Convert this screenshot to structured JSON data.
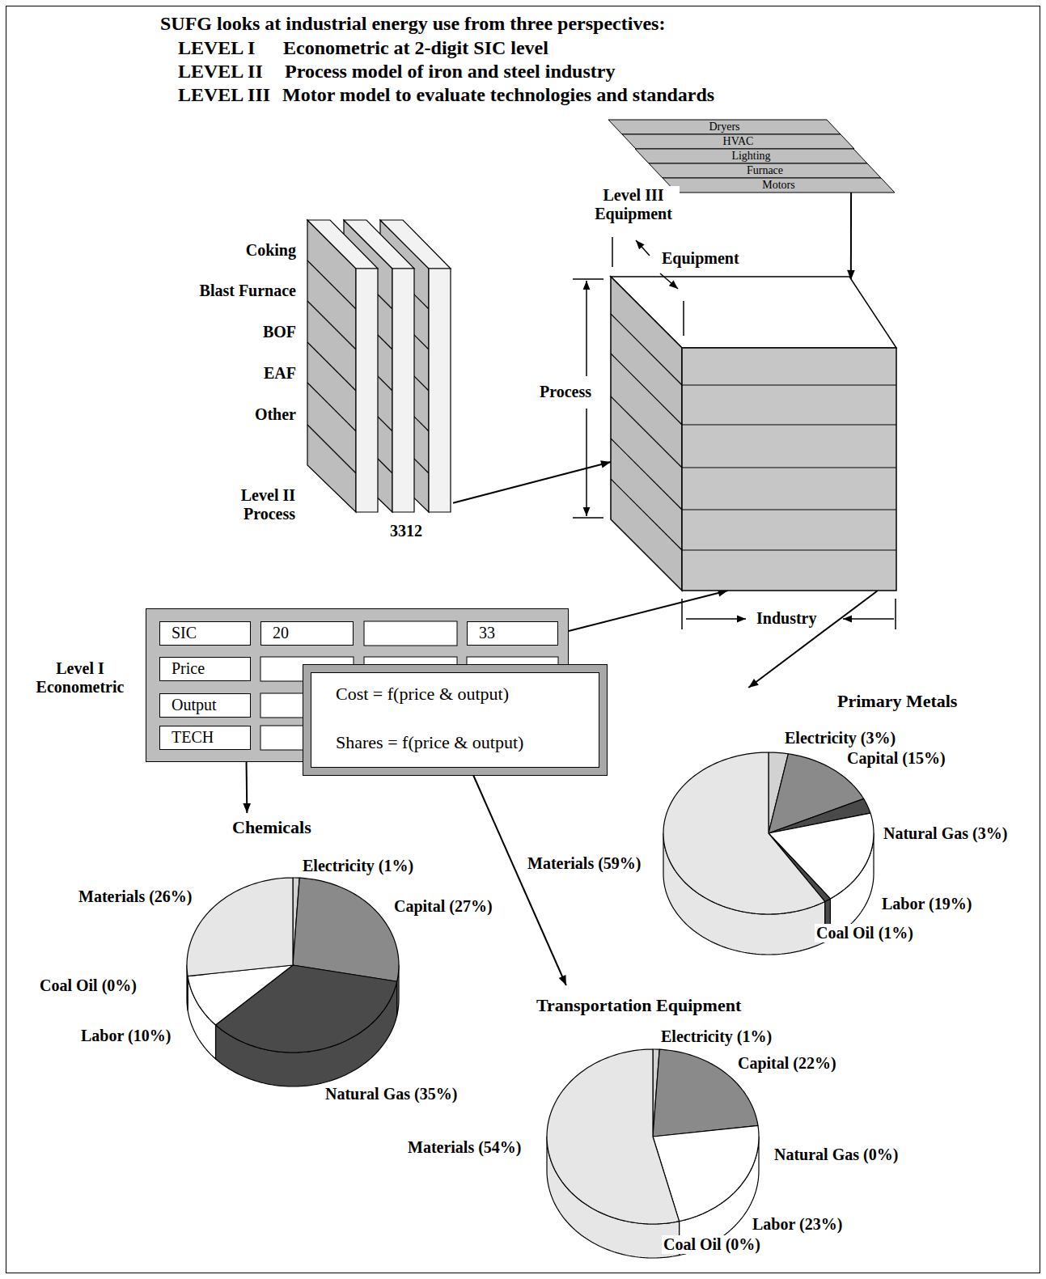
{
  "diagram": {
    "title": "SUFG looks at industrial energy use from three perspectives:",
    "nodes": [
      {
        "text": [
          "Dryers"
        ]
      },
      {
        "text": [
          "HVAC"
        ]
      },
      {
        "text": [
          "Lighting"
        ]
      },
      {
        "text": [
          "Furnace"
        ]
      },
      {
        "text": [
          "Motors"
        ]
      },
      {
        "text": [
          "Coking",
          "Blast Furnace",
          "BOF",
          "EAF",
          "Other",
          "Level II Process",
          "3312"
        ]
      },
      {
        "text": [
          "Process",
          "Equipment",
          "Industry"
        ]
      },
      {
        "text": [
          "Level I Econometric"
        ]
      },
      {
        "text": [
          "SIC"
        ],
        "in": 7
      },
      {
        "text": [
          "20"
        ],
        "in": 7
      },
      {
        "text": [
          "33"
        ],
        "in": 7
      },
      {
        "text": [
          "Price"
        ],
        "in": 7
      },
      {
        "text": [
          "Output"
        ],
        "in": 7
      },
      {
        "text": [
          "TECH"
        ],
        "in": 7
      },
      {
        "text": [
          "Cost = f(price & output)",
          "Shares = f(price & output)"
        ]
      },
      {
        "text": [
          "Primary Metals"
        ]
      },
      {
        "text": [
          "Chemicals"
        ]
      },
      {
        "text": [
          "Transportation Equipment"
        ]
      }
    ],
    "edges": [
      {
        "from": 4,
        "to": 6,
        "arrow": "to"
      },
      {
        "from": 5,
        "to": 6,
        "arrow": "to"
      },
      {
        "from": 7,
        "to": 6,
        "arrow": "to"
      },
      {
        "from": 6,
        "to": 15,
        "arrow": "to"
      },
      {
        "from": 13,
        "to": 16,
        "arrow": "to"
      },
      {
        "from": 14,
        "to": 17,
        "arrow": "to"
      }
    ],
    "labels": [
      "LEVEL I",
      "Econometric at 2-digit SIC level",
      "LEVEL II",
      "Process model of iron and steel industry",
      "LEVEL III",
      "Motor model to evaluate technologies and standards",
      "Level III Equipment",
      "Electricity (3%)",
      "Capital (15%)",
      "Natural Gas (3%)",
      "Labor (19%)",
      "Coal Oil (1%)",
      "Materials (59%)",
      "Electricity (1%)",
      "Capital (27%)",
      "Natural Gas (35%)",
      "Labor (10%)",
      "Coal Oil (0%)",
      "Materials (26%)",
      "Electricity (1%)",
      "Capital (22%)",
      "Natural Gas (0%)",
      "Labor (23%)",
      "Coal Oil (0%)",
      "Materials (54%)"
    ]
  }
}
